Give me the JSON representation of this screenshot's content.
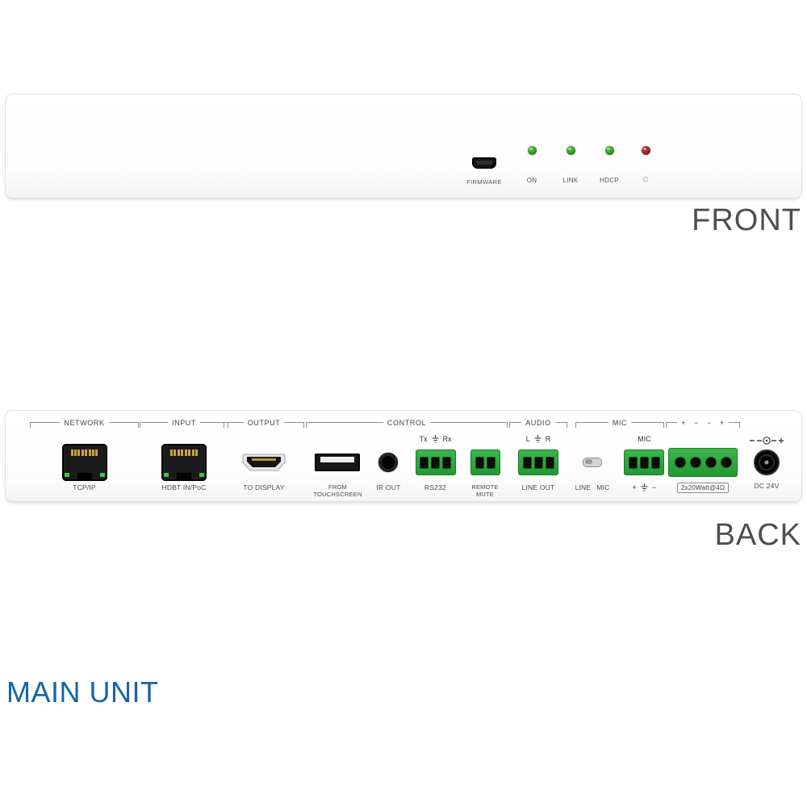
{
  "front": {
    "caption": "FRONT",
    "firmware_label": "FIRMWARE",
    "leds": [
      {
        "label": "ON",
        "color": "#3db32e"
      },
      {
        "label": "LINK",
        "color": "#3db32e"
      },
      {
        "label": "HDCP",
        "color": "#3db32e"
      },
      {
        "label": "☼",
        "color": "#ac2f2f"
      }
    ]
  },
  "back": {
    "caption": "BACK",
    "network": {
      "header": "NETWORK",
      "label": "TCP/IP"
    },
    "input": {
      "header": "INPUT",
      "label": "HDBT IN/PoC"
    },
    "output": {
      "header": "OUTPUT",
      "label": "TO DISPLAY"
    },
    "control": {
      "header": "CONTROL",
      "usb_label_line1": "FROM",
      "usb_label_line2": "TOUCHSCREEN",
      "ir_label": "IR OUT",
      "rs232_pin_left": "Tx",
      "rs232_pin_right": "Rx",
      "rs232_label": "RS232",
      "mute_label_line1": "REMOTE",
      "mute_label_line2": "MUTE"
    },
    "audio": {
      "header": "AUDIO",
      "pin_left": "L",
      "pin_right": "R",
      "label": "LINE OUT"
    },
    "mic": {
      "header": "MIC",
      "switch_left": "LINE",
      "switch_right": "MIC",
      "connector_label": "MIC",
      "pin_left": "+",
      "pin_right": "−"
    },
    "speaker": {
      "header": "+ − − +",
      "label": "2x20Watt@4Ω"
    },
    "power": {
      "label": "DC 24V"
    }
  },
  "footer": {
    "caption": "MAIN UNIT",
    "accent_color": "#1565a8"
  }
}
